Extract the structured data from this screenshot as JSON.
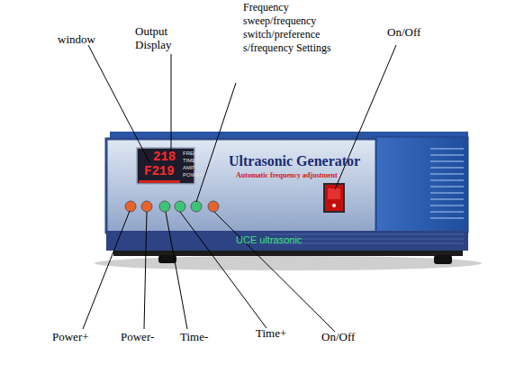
{
  "diagram": {
    "labels": [
      "window",
      "Output Display",
      "Frequency sweep/frequency switch/preference s/frequency Settings",
      "On/Off",
      "218",
      "F219",
      "FREQ",
      "TIMER",
      "AMP",
      "POWER",
      "Ultrasonic Generator",
      "Automatic frequency adjustment",
      "UCE ultrasonic",
      "Power+",
      "Power-",
      "Time-",
      "Time+",
      "On/Off"
    ]
  }
}
